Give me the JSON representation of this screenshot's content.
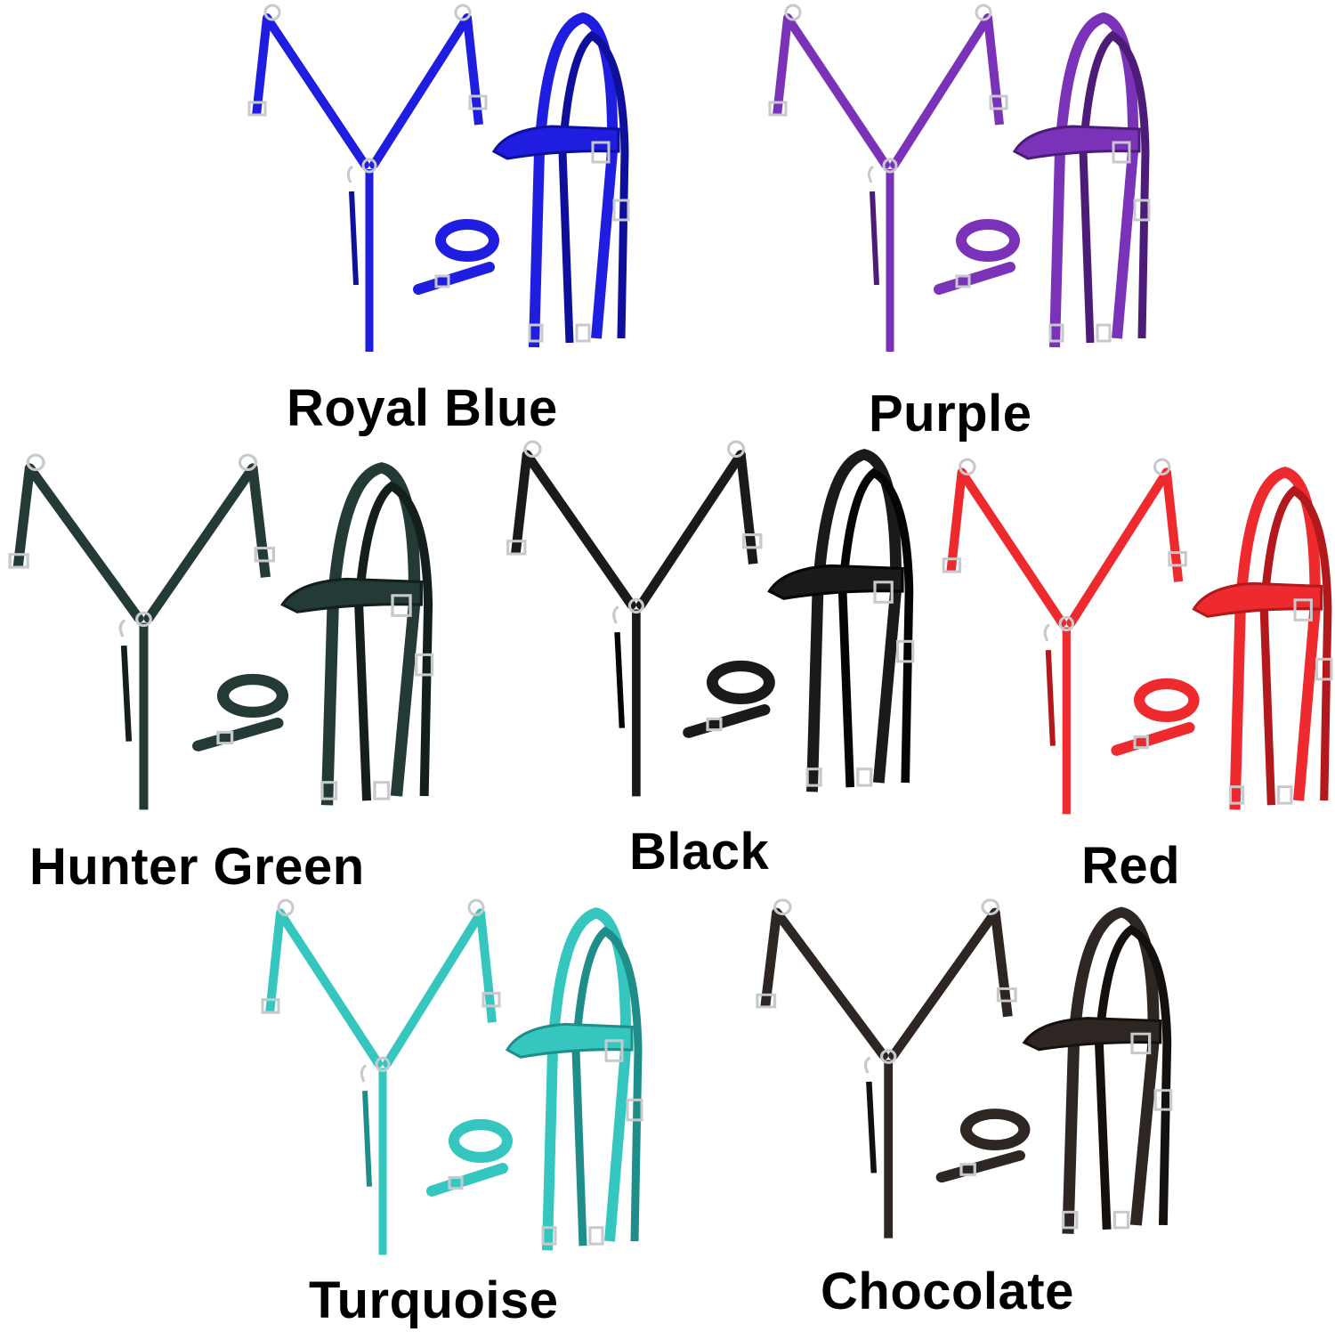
{
  "sets": [
    {
      "label": "Royal Blue",
      "color": "#1f1ee0",
      "dark": "#0e0f9a"
    },
    {
      "label": "Purple",
      "color": "#7a33b8",
      "dark": "#4c1c78"
    },
    {
      "label": "Hunter Green",
      "color": "#243a36",
      "dark": "#141f1d"
    },
    {
      "label": "Black",
      "color": "#1a1a1a",
      "dark": "#050505"
    },
    {
      "label": "Red",
      "color": "#ee2a2e",
      "dark": "#b3191c"
    },
    {
      "label": "Turquoise",
      "color": "#35c6c0",
      "dark": "#1f8e8a"
    },
    {
      "label": "Chocolate",
      "color": "#2e2622",
      "dark": "#14100e"
    }
  ],
  "hardware_color": "#c7c9cc"
}
